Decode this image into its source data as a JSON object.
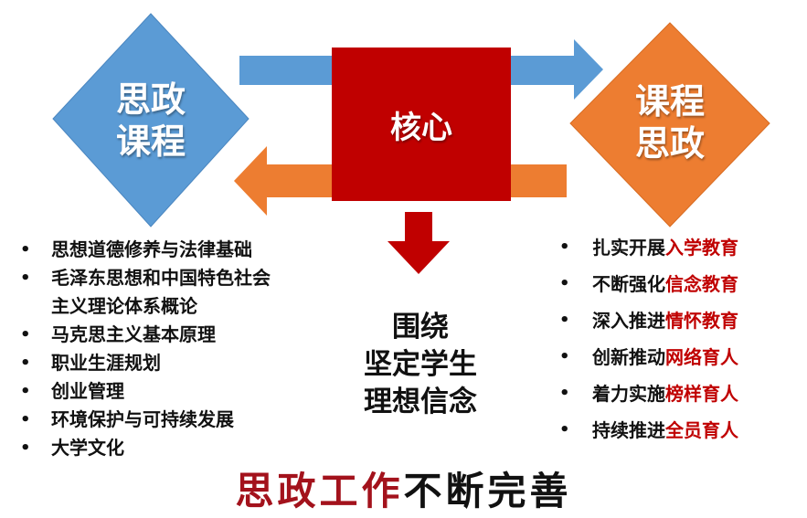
{
  "diagram": {
    "left_diamond": {
      "line1": "思政",
      "line2": "课程",
      "color": "#5b9bd5"
    },
    "right_diamond": {
      "line1": "课程",
      "line2": "思政",
      "color": "#ed7d31"
    },
    "core": {
      "label": "核心",
      "color": "#c00000"
    },
    "arrow_colors": {
      "right": "#5b9bd5",
      "left": "#ed7d31",
      "down": "#c00000"
    },
    "goal": {
      "line1": "围绕",
      "line2": "坚定学生",
      "line3": "理想信念"
    },
    "courses": [
      "思想道德修养与法律基础",
      "毛泽东思想和中国特色社会",
      "主义理论体系概论",
      "马克思主义基本原理",
      "职业生涯规划",
      "创业管理",
      "环境保护与可持续发展",
      "大学文化"
    ],
    "education_items": [
      {
        "prefix": "扎实开展",
        "highlight": "入学教育"
      },
      {
        "prefix": "不断强化",
        "highlight": "信念教育"
      },
      {
        "prefix": "深入推进",
        "highlight": "情怀教育"
      },
      {
        "prefix": "创新推动",
        "highlight": "网络育人"
      },
      {
        "prefix": "着力实施",
        "highlight": "榜样育人"
      },
      {
        "prefix": "持续推进",
        "highlight": "全员育人"
      }
    ],
    "bottom_title": {
      "red_part": "思政工作",
      "dark_part": "不断完善"
    }
  }
}
